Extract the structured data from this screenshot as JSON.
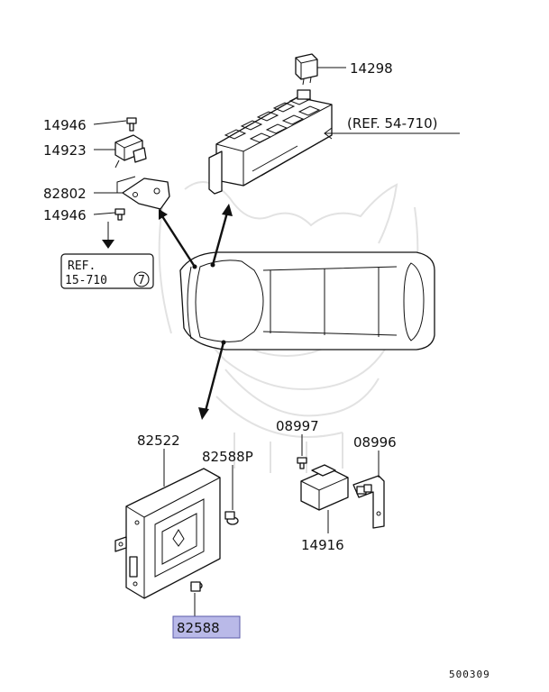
{
  "callouts": {
    "c14298": "14298",
    "c14946_top": "14946",
    "c14923": "14923",
    "c82802": "82802",
    "c14946_bottom": "14946",
    "c82522": "82522",
    "c82588P": "82588P",
    "c08997": "08997",
    "c08996": "08996",
    "c14916": "14916",
    "c82588": "82588"
  },
  "references": {
    "ref_fuse_box": "(REF. 54-710)",
    "ref_box_line1": "REF.",
    "ref_box_line2": "15-710",
    "ref_box_circle": "7"
  },
  "diagram_number": "500309",
  "highlight_color": "#b9b9e8"
}
